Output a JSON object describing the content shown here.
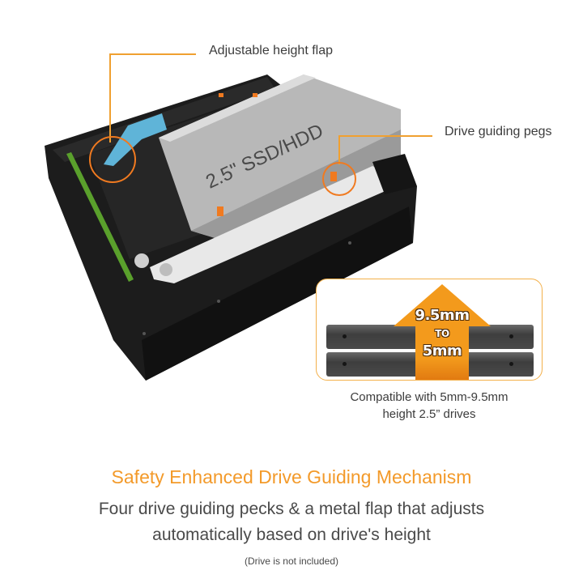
{
  "product_image": {
    "drive_label": "2.5\" SSD/HDD",
    "callouts": [
      {
        "label": "Adjustable height flap"
      },
      {
        "label": "Drive guiding pegs"
      }
    ]
  },
  "compatibility": {
    "arrow_top": "9.5mm",
    "arrow_mid": "TO",
    "arrow_bottom": "5mm",
    "caption_line1": "Compatible with 5mm-9.5mm",
    "caption_line2": "height 2.5” drives"
  },
  "feature": {
    "title": "Safety Enhanced Drive Guiding Mechanism",
    "desc_line1": "Four drive guiding pecks & a metal flap that adjusts",
    "desc_line2": "automatically based on drive's height",
    "note": "(Drive is not included)"
  },
  "colors": {
    "accent_orange": "#f39a2a",
    "callout_line": "#f0a030",
    "highlight_circle": "#f07a20",
    "text_gray": "#4a4a4a"
  }
}
